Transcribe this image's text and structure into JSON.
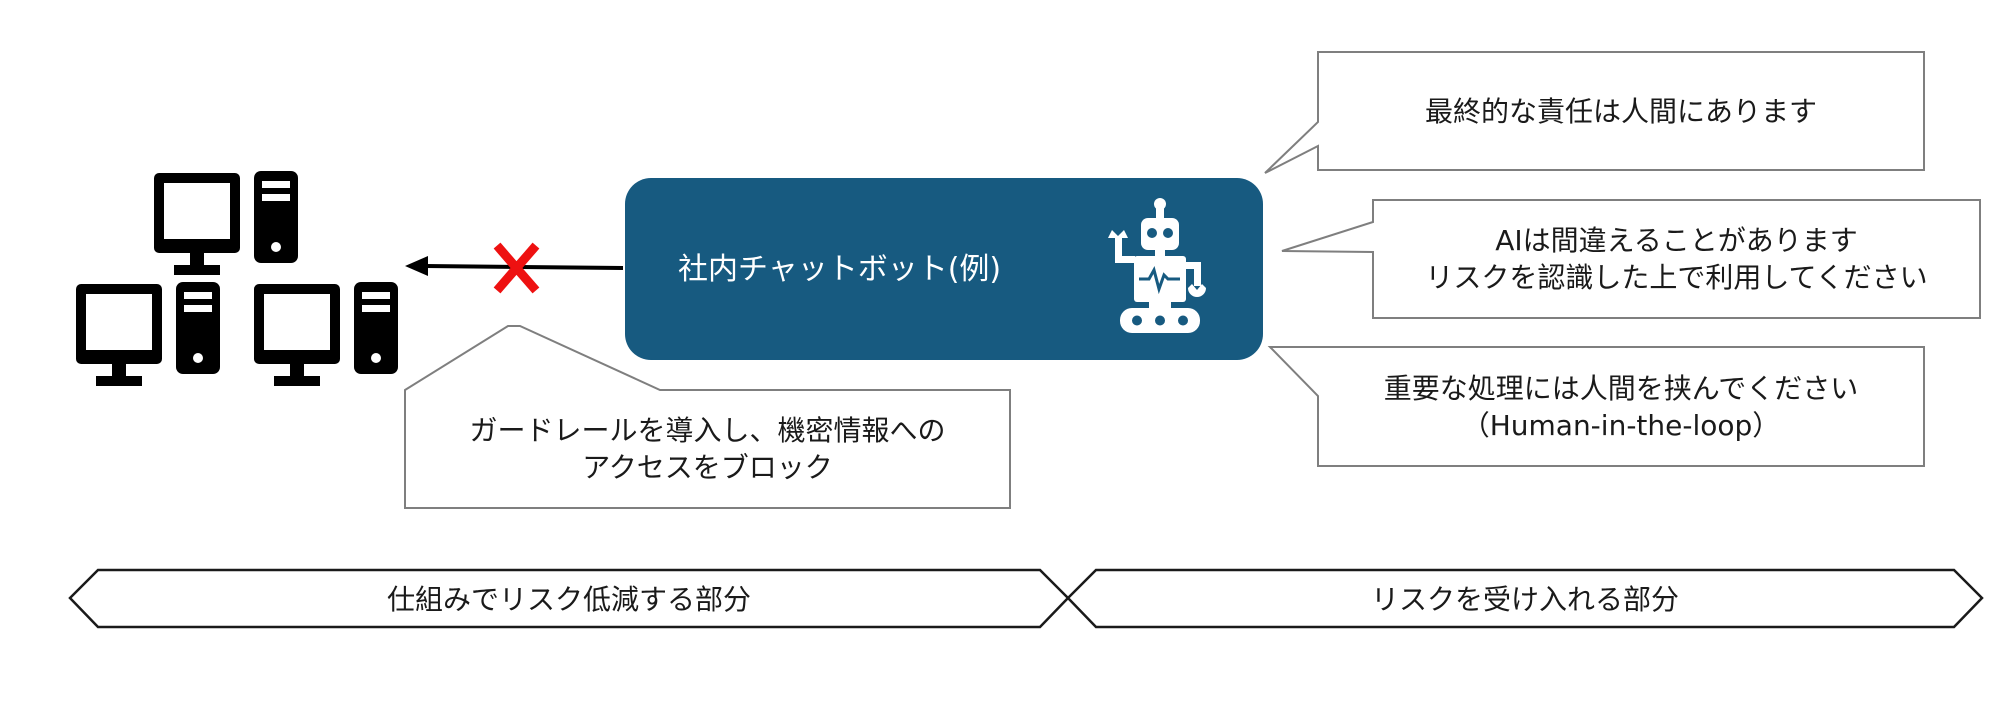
{
  "chatbot": {
    "label": "社内チャットボット(例)",
    "fill_color": "#175a80",
    "icon": "robot-icon"
  },
  "computers": {
    "icon": "desktop-computer-icon",
    "count": 3
  },
  "blocked_access": {
    "arrow_icon": "arrow-left-icon",
    "block_icon": "red-x-icon",
    "block_color": "#ee1111"
  },
  "callouts": {
    "guardrail": {
      "lines": [
        "ガードレールを導入し、機密情報への",
        "アクセスをブロック"
      ]
    },
    "responsibility": {
      "lines": [
        "最終的な責任は人間にあります"
      ]
    },
    "mistakes": {
      "lines": [
        "AIは間違えることがあります",
        "リスクを認識した上で利用してください"
      ]
    },
    "human_in_loop": {
      "lines": [
        "重要な処理には人間を挟んでください",
        "（Human-in-the-loop）"
      ]
    }
  },
  "bands": {
    "left": "仕組みでリスク低減する部分",
    "right": "リスクを受け入れる部分"
  }
}
